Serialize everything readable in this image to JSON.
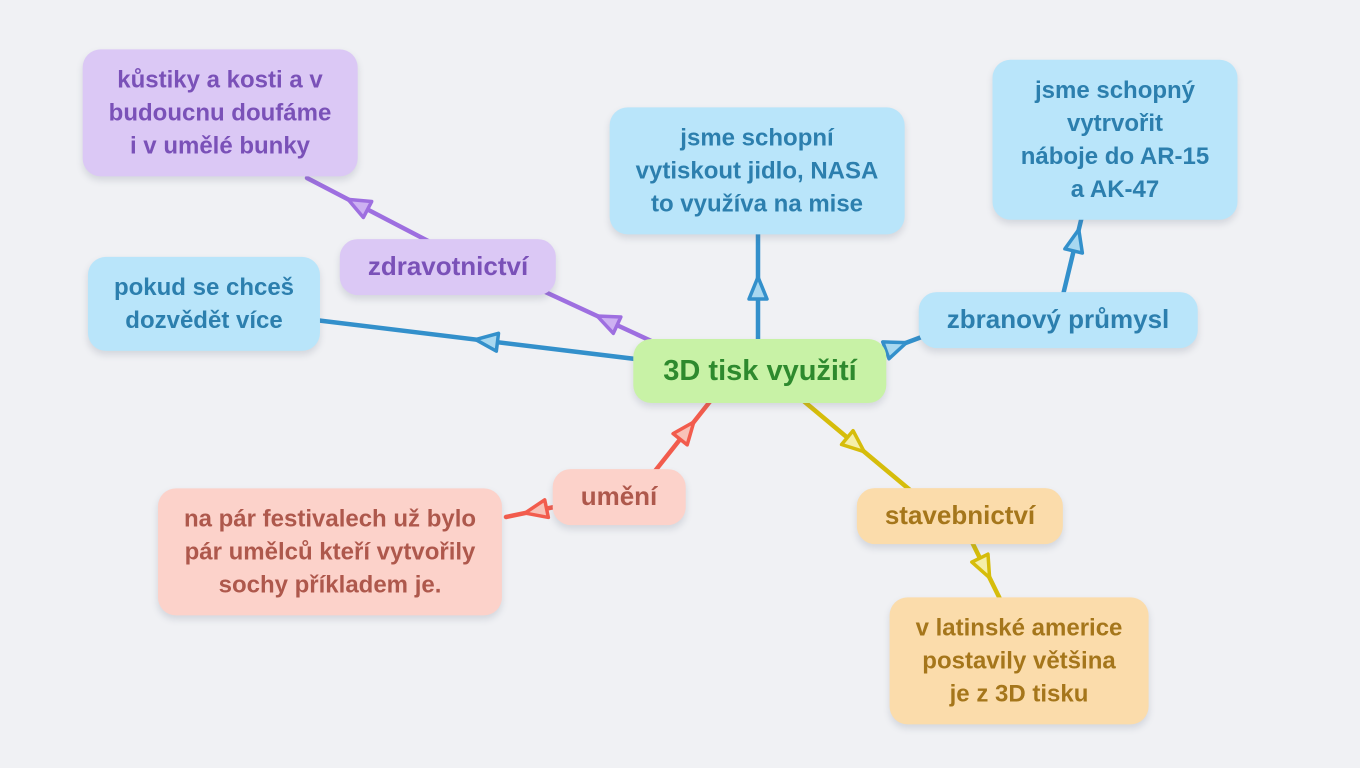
{
  "canvas": {
    "background_color": "#f0f1f4"
  },
  "colors": {
    "purple": {
      "line": "#9e6fe0",
      "box_bg": "#dbc8f5",
      "text": "#7a51b8",
      "arrow_fill": "#cdb1f2"
    },
    "blue": {
      "line": "#3390cb",
      "box_bg": "#b9e5fa",
      "text": "#2c7fae",
      "arrow_fill": "#a8d8f0"
    },
    "green": {
      "box_bg": "#c8f2a6",
      "text": "#2e8a2e"
    },
    "red": {
      "line": "#f25c4d",
      "box_bg": "#fcd2ca",
      "text": "#ae584c",
      "arrow_fill": "#f8c2b8"
    },
    "yellow": {
      "line": "#d6bd0b",
      "box_bg": "#fbdcab",
      "text": "#a5761b",
      "arrow_fill": "#f5efa9"
    }
  },
  "nodes": {
    "root": {
      "label": "3D tisk využití",
      "color": "green",
      "role": "root"
    },
    "zdravotnictvi": {
      "label": "zdravotnictví",
      "color": "purple",
      "role": "branch"
    },
    "zdravotnictvi_detail": {
      "label": "kůstiky a kosti a v\nbudoucnu doufáme\ni v umělé bunky",
      "color": "purple",
      "role": "leaf"
    },
    "more_info": {
      "label": "pokud se chceš\ndozvědět více",
      "color": "blue",
      "role": "leaf"
    },
    "food": {
      "label": "jsme schopní\nvytiskout jidlo, NASA\nto využíva na mise",
      "color": "blue",
      "role": "leaf"
    },
    "weapons": {
      "label": "zbranový průmysl",
      "color": "blue",
      "role": "branch"
    },
    "weapons_detail": {
      "label": "jsme schopný vytrvořit\nnáboje do AR-15 a AK-47",
      "color": "blue",
      "role": "leaf"
    },
    "art": {
      "label": "umění",
      "color": "red",
      "role": "branch"
    },
    "art_detail": {
      "label": "na pár festivalech už bylo\npár umělců kteří vytvořily\nsochy příkladem je.",
      "color": "red",
      "role": "leaf"
    },
    "construction": {
      "label": "stavebnictví",
      "color": "yellow",
      "role": "branch"
    },
    "construction_detail": {
      "label": "v latinské americe\npostavily většina\nje z 3D tisku",
      "color": "yellow",
      "role": "leaf"
    }
  },
  "edges": [
    {
      "from": "root",
      "to": "zdravotnictvi",
      "color": "purple"
    },
    {
      "from": "zdravotnictvi",
      "to": "zdravotnictvi_detail",
      "color": "purple"
    },
    {
      "from": "root",
      "to": "more_info",
      "color": "blue"
    },
    {
      "from": "root",
      "to": "food",
      "color": "blue"
    },
    {
      "from": "root",
      "to": "weapons",
      "color": "blue"
    },
    {
      "from": "weapons",
      "to": "weapons_detail",
      "color": "blue"
    },
    {
      "from": "art",
      "to": "root",
      "color": "red"
    },
    {
      "from": "art",
      "to": "art_detail",
      "color": "red"
    },
    {
      "from": "root",
      "to": "construction",
      "color": "yellow"
    },
    {
      "from": "construction",
      "to": "construction_detail",
      "color": "yellow"
    }
  ]
}
